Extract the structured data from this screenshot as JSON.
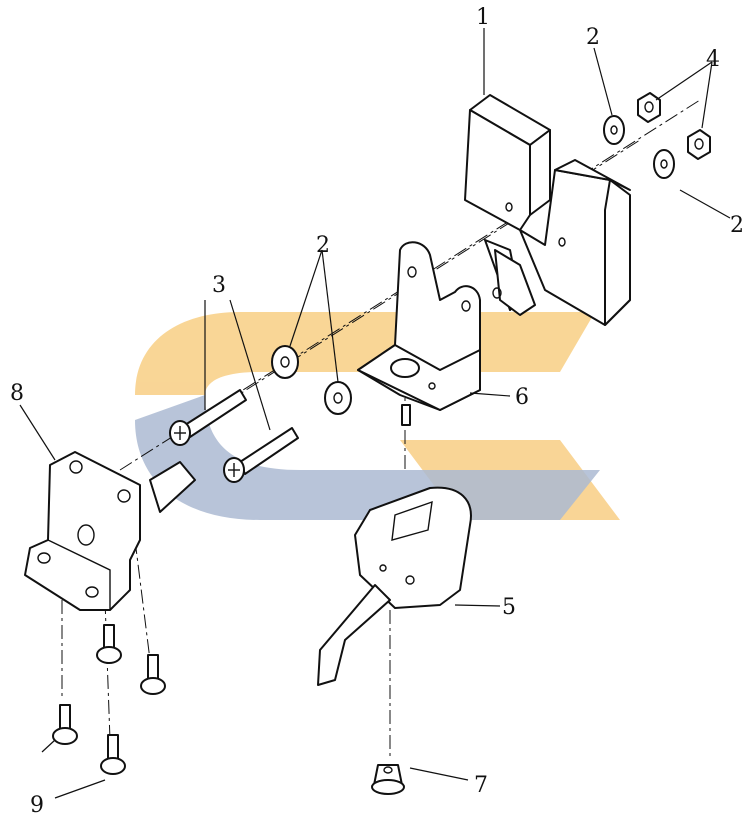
{
  "watermark": {
    "colors": {
      "orange": "#f7c873",
      "blue": "#8fa3c3"
    }
  },
  "callouts": [
    {
      "id": "c1",
      "text": "1"
    },
    {
      "id": "c2a",
      "text": "2"
    },
    {
      "id": "c4",
      "text": "4"
    },
    {
      "id": "c2b",
      "text": "2"
    },
    {
      "id": "c2c",
      "text": "2"
    },
    {
      "id": "c3",
      "text": "3"
    },
    {
      "id": "c8",
      "text": "8"
    },
    {
      "id": "c6",
      "text": "6"
    },
    {
      "id": "c5",
      "text": "5"
    },
    {
      "id": "c9",
      "text": "9"
    },
    {
      "id": "c7",
      "text": "7"
    }
  ]
}
